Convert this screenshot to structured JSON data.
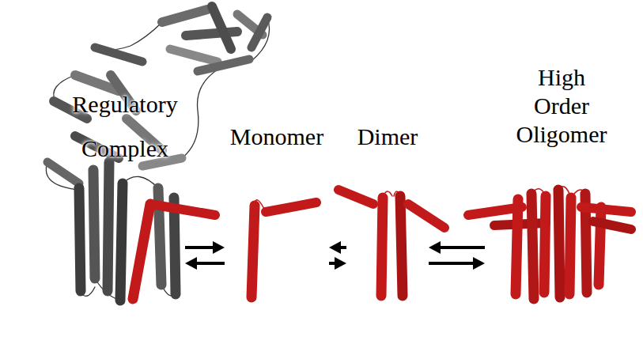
{
  "diagram": {
    "nodes": [
      {
        "text": [
          "Regulatory Complex"
        ]
      },
      {
        "text": [
          "Monomer"
        ]
      },
      {
        "text": [
          "Dimer"
        ]
      },
      {
        "text": [
          "High Order Oligomer"
        ]
      }
    ],
    "edges": [
      {
        "from": 0,
        "to": 1,
        "arrow": "to"
      },
      {
        "from": 1,
        "to": 0,
        "arrow": "to"
      },
      {
        "from": 2,
        "to": 1,
        "arrow": "to"
      },
      {
        "from": 1,
        "to": 2,
        "arrow": "to"
      },
      {
        "from": 3,
        "to": 2,
        "arrow": "to"
      },
      {
        "from": 2,
        "to": 3,
        "arrow": "to"
      }
    ]
  }
}
